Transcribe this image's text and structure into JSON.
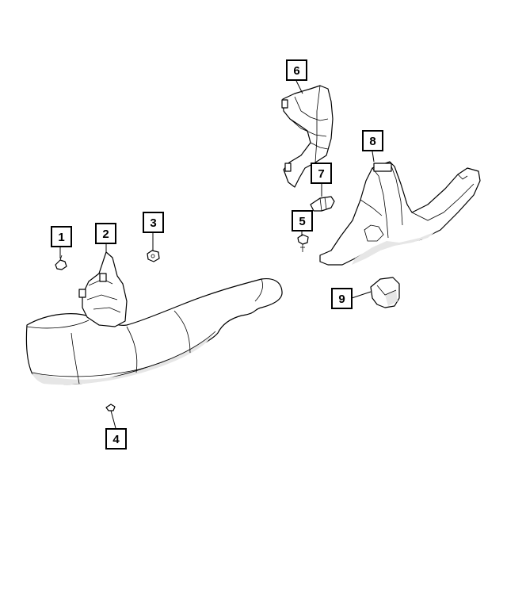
{
  "callouts": [
    {
      "id": "1",
      "label": "1"
    },
    {
      "id": "2",
      "label": "2"
    },
    {
      "id": "3",
      "label": "3"
    },
    {
      "id": "4",
      "label": "4"
    },
    {
      "id": "5",
      "label": "5"
    },
    {
      "id": "6",
      "label": "6"
    },
    {
      "id": "7",
      "label": "7"
    },
    {
      "id": "8",
      "label": "8"
    },
    {
      "id": "9",
      "label": "9"
    }
  ],
  "colors": {
    "ink": "#000000",
    "shade": "#e6e6e6",
    "paper": "#ffffff"
  }
}
